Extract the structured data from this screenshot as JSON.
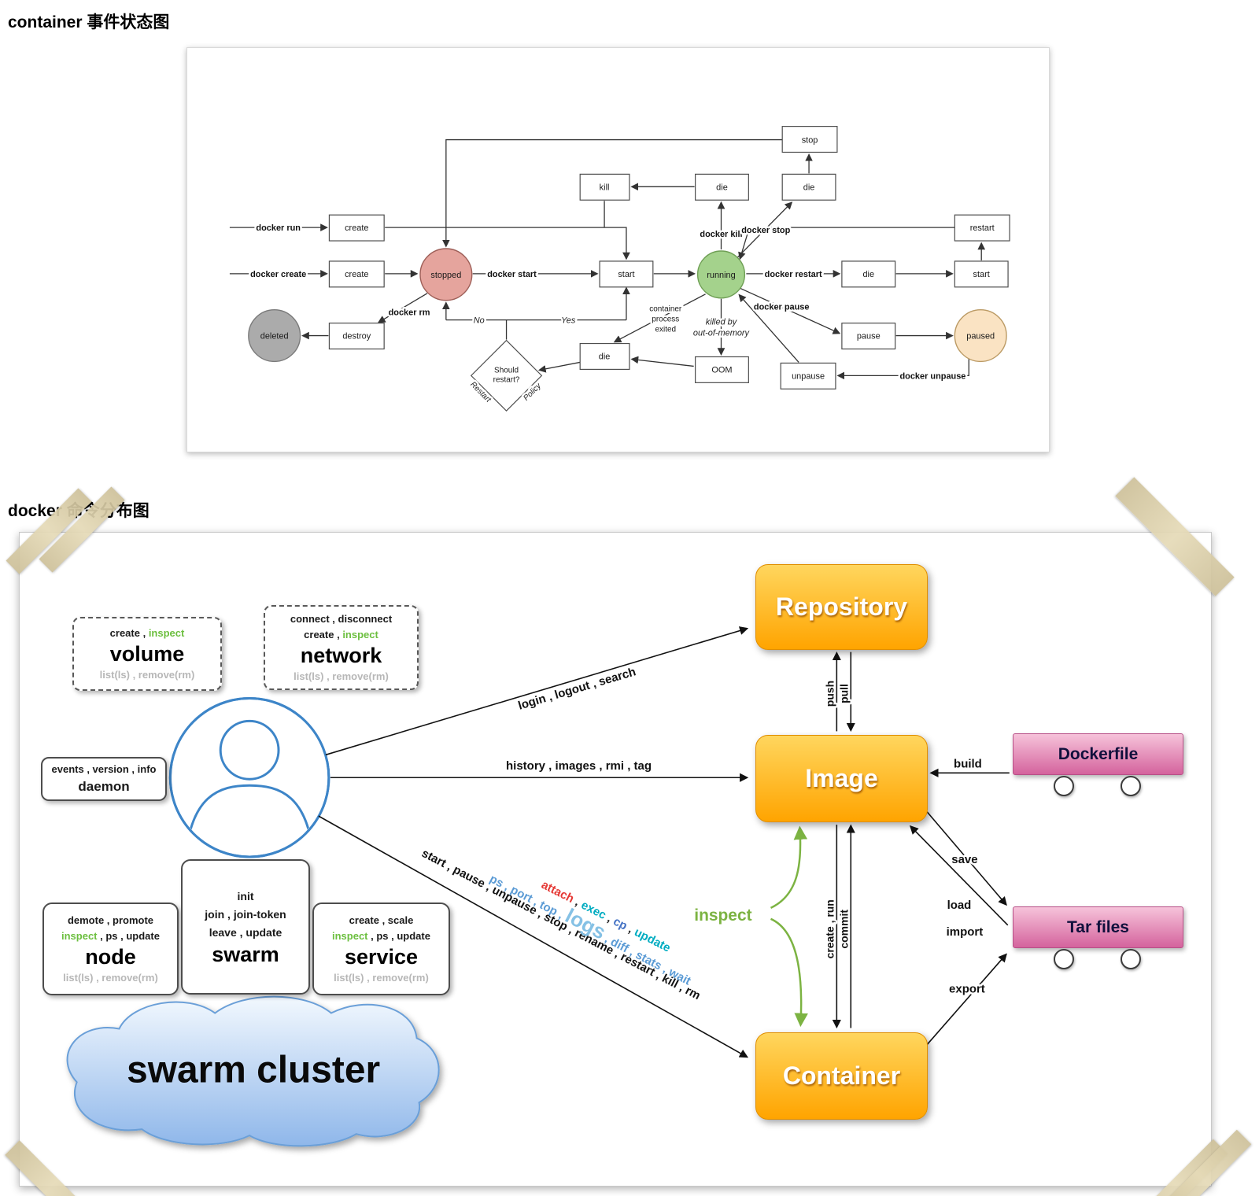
{
  "titles": {
    "state": "container 事件状态图",
    "dist": "docker 命令分布图"
  },
  "state": {
    "boxes": {
      "stop": "stop",
      "kill": "kill",
      "die": "die",
      "create": "create",
      "restart": "restart",
      "start": "start",
      "destroy": "destroy",
      "pause": "pause",
      "unpause": "unpause",
      "oom": "OOM"
    },
    "circles": {
      "stopped": "stopped",
      "running": "running",
      "deleted": "deleted",
      "paused": "paused"
    },
    "diamond": {
      "l1": "Should",
      "l2": "restart?"
    },
    "labels": {
      "run": "docker run",
      "create": "docker create",
      "start": "docker start",
      "restart": "docker restart",
      "kill": "docker kill",
      "stop": "docker stop",
      "pause": "docker pause",
      "unpause": "docker unpause",
      "rm": "docker rm",
      "no": "No",
      "yes": "Yes",
      "restart_edge": "Restart",
      "policy_edge": "Policy",
      "exited1": "container",
      "exited2": "process",
      "exited3": "exited",
      "oom1": "killed by",
      "oom2": "out-of-memory"
    }
  },
  "dist": {
    "volume": {
      "a": "create , ",
      "b": "inspect",
      "name": "volume",
      "list": "list(ls) , remove(rm)"
    },
    "network": {
      "l1": "connect , disconnect",
      "a": "create , ",
      "b": "inspect",
      "name": "network",
      "list": "list(ls) , remove(rm)"
    },
    "daemon": {
      "l1": "events , version , info",
      "name": "daemon"
    },
    "node": {
      "l1": "demote , promote",
      "a": "inspect",
      "b": " , ps , update",
      "name": "node",
      "list": "list(ls) , remove(rm)"
    },
    "swarm": {
      "l1": "init",
      "l2": "join , join-token",
      "l3": "leave , update",
      "name": "swarm"
    },
    "service": {
      "l1": "create , scale",
      "a": "inspect",
      "b": " , ps , update",
      "name": "service",
      "list": "list(ls) , remove(rm)"
    },
    "cloud": "swarm cluster",
    "entities": {
      "repository": "Repository",
      "image": "Image",
      "container": "Container",
      "dockerfile": "Dockerfile",
      "tar": "Tar files"
    },
    "edges": {
      "login": "login , logout , search",
      "history": "history , images , rmi , tag",
      "lifecycle": "start , pause , unpause , stop , rename , restart , kill , rm",
      "ps1": "ps , port , top , ",
      "logs": "logs",
      "ps2": " , diff , stats , wait",
      "attach": "attach",
      "exec": "exec",
      "cp": "cp",
      "update": "update",
      "sep": " , ",
      "push": "push",
      "pull": "pull",
      "build": "build",
      "save": "save",
      "load": "load",
      "import": "import",
      "export": "export",
      "create_run": "create , run",
      "commit": "commit",
      "inspect": "inspect"
    }
  }
}
